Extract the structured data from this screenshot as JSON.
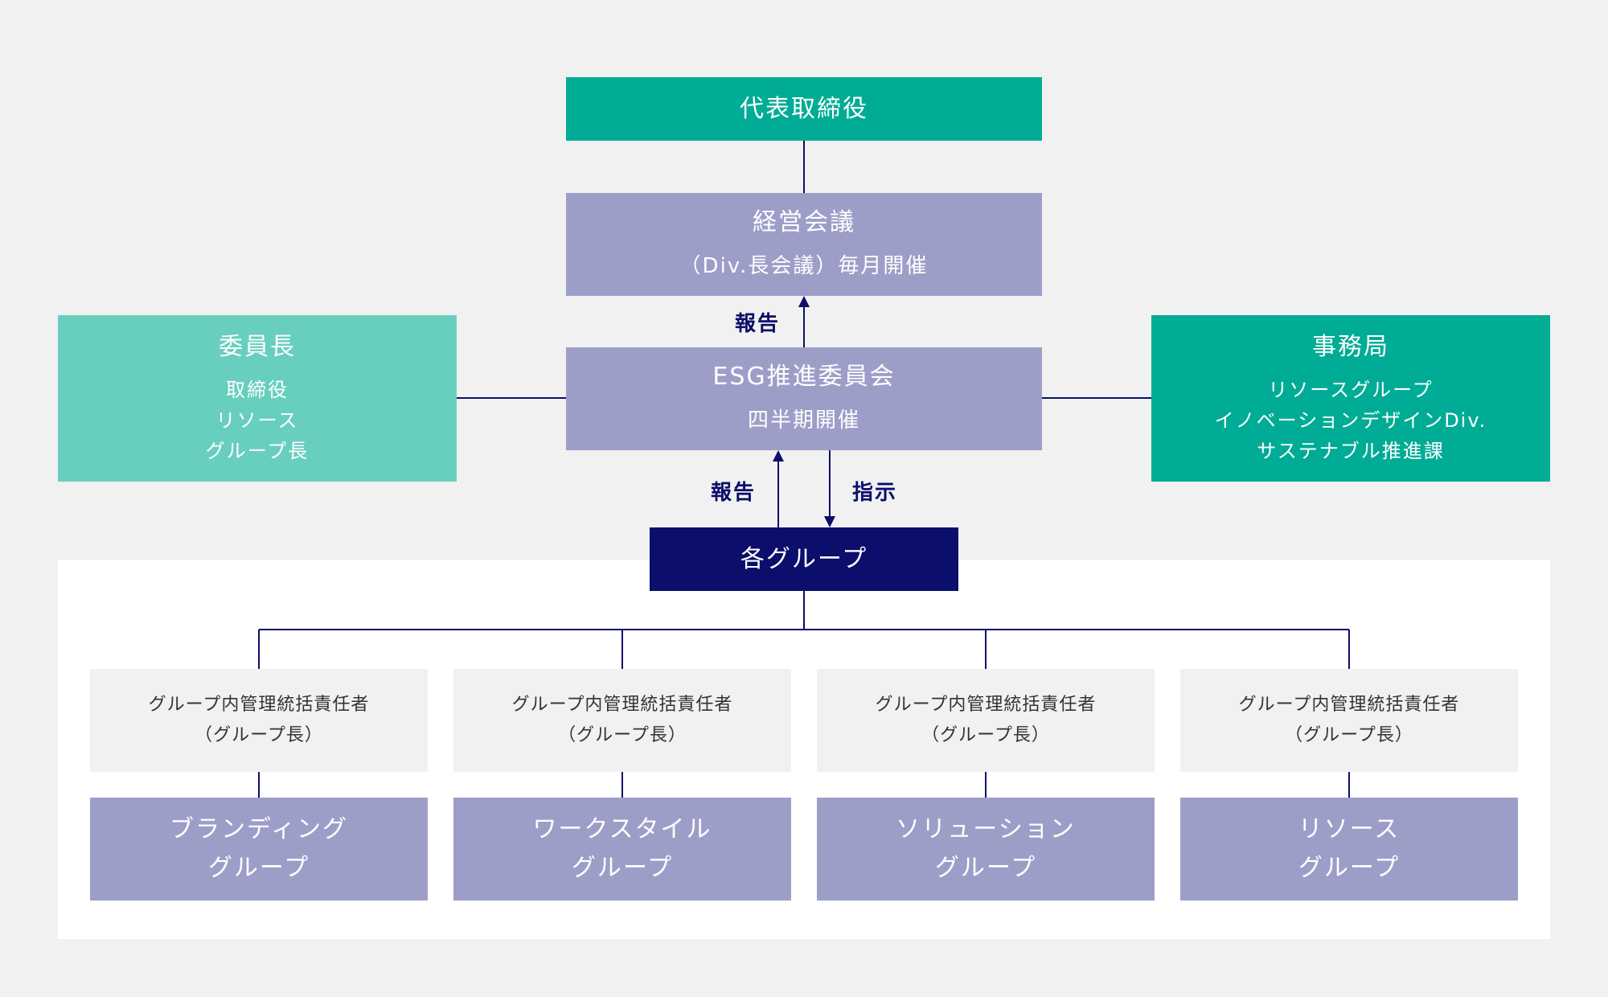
{
  "top": {
    "title": "代表取締役"
  },
  "management": {
    "title": "経営会議",
    "subtitle": "（Div.長会議）毎月開催"
  },
  "esg": {
    "title": "ESG推進委員会",
    "subtitle": "四半期開催"
  },
  "chair": {
    "title": "委員長",
    "lines": [
      "取締役",
      "リソース",
      "グループ長"
    ]
  },
  "secretariat": {
    "title": "事務局",
    "lines": [
      "リソースグループ",
      "イノベーションデザインDiv.",
      "サステナブル推進課"
    ]
  },
  "groups_box": {
    "title": "各グループ"
  },
  "arrows": {
    "report_upper": "報告",
    "report_lower": "報告",
    "instruct": "指示"
  },
  "groups": [
    {
      "lead_line1": "グループ内管理統括責任者",
      "lead_line2": "（グループ長）",
      "name_line1": "ブランディング",
      "name_line2": "グループ"
    },
    {
      "lead_line1": "グループ内管理統括責任者",
      "lead_line2": "（グループ長）",
      "name_line1": "ワークスタイル",
      "name_line2": "グループ"
    },
    {
      "lead_line1": "グループ内管理統括責任者",
      "lead_line2": "（グループ長）",
      "name_line1": "ソリューション",
      "name_line2": "グループ"
    },
    {
      "lead_line1": "グループ内管理統括責任者",
      "lead_line2": "（グループ長）",
      "name_line1": "リソース",
      "name_line2": "グループ"
    }
  ],
  "colors": {
    "teal": "#00ac95",
    "light_teal": "#68cfbf",
    "purple": "#9d9ec8",
    "navy": "#0b0e6b",
    "grey": "#f1f1f1"
  }
}
